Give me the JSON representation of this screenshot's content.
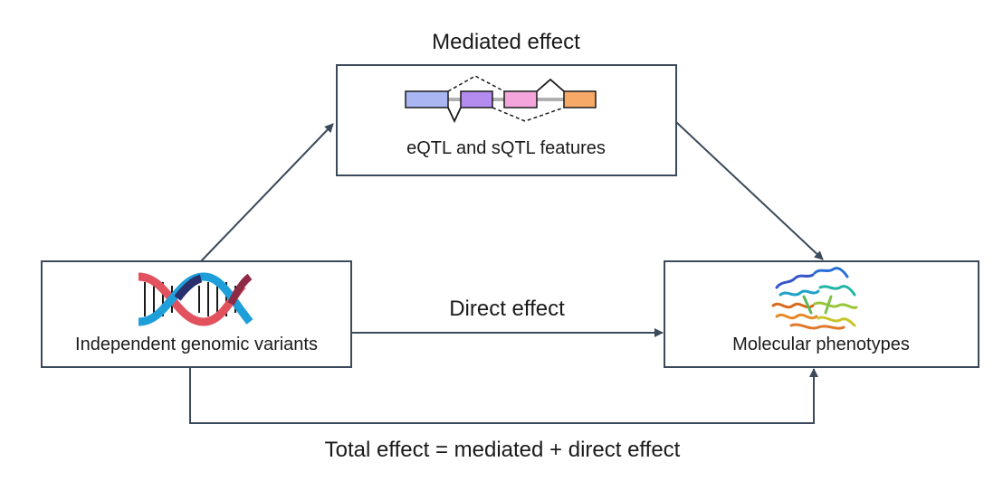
{
  "mediated": {
    "heading": "Mediated effect",
    "box_label": "eQTL and sQTL features"
  },
  "variants": {
    "label": "Independent genomic variants"
  },
  "phenotypes": {
    "label": "Molecular phenotypes"
  },
  "direct": {
    "label": "Direct effect"
  },
  "total": {
    "label": "Total effect = mediated + direct effect"
  },
  "colors": {
    "box_stroke": "#3b4a5a",
    "exon_1": "#a9b6f2",
    "exon_2": "#b48cf0",
    "exon_3": "#f4a6dc",
    "exon_4": "#f7a968",
    "dna_red": "#e2525e",
    "dna_blue": "#1f9fd9",
    "dna_dark": "#2a2f6e"
  },
  "icons": {
    "dna": "dna-helix-icon",
    "protein": "protein-structure-icon",
    "splicing": "splicing-diagram-icon"
  }
}
